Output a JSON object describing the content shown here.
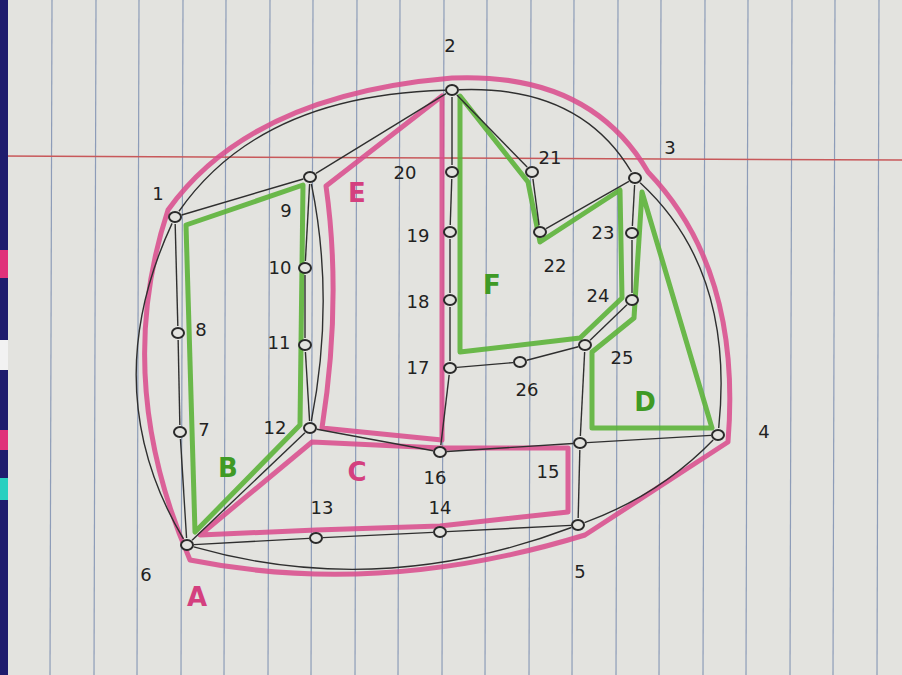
{
  "diagram": {
    "nodes": [
      {
        "text": [
          "1"
        ]
      },
      {
        "text": [
          "2"
        ]
      },
      {
        "text": [
          "3"
        ]
      },
      {
        "text": [
          "4"
        ]
      },
      {
        "text": [
          "5"
        ]
      },
      {
        "text": [
          "6"
        ]
      },
      {
        "text": [
          "7"
        ]
      },
      {
        "text": [
          "8"
        ]
      },
      {
        "text": [
          "9"
        ]
      },
      {
        "text": [
          "10"
        ]
      },
      {
        "text": [
          "11"
        ]
      },
      {
        "text": [
          "12"
        ]
      },
      {
        "text": [
          "13"
        ]
      },
      {
        "text": [
          "14"
        ]
      },
      {
        "text": [
          "15"
        ]
      },
      {
        "text": [
          "16"
        ]
      },
      {
        "text": [
          "17"
        ]
      },
      {
        "text": [
          "18"
        ]
      },
      {
        "text": [
          "19"
        ]
      },
      {
        "text": [
          "20"
        ]
      },
      {
        "text": [
          "21"
        ]
      },
      {
        "text": [
          "22"
        ]
      },
      {
        "text": [
          "23"
        ]
      },
      {
        "text": [
          "24"
        ]
      },
      {
        "text": [
          "25"
        ]
      },
      {
        "text": [
          "26"
        ]
      }
    ],
    "edges": [
      {
        "from": 0,
        "to": 1,
        "arrow": "none"
      },
      {
        "from": 0,
        "to": 8,
        "arrow": "none"
      },
      {
        "from": 0,
        "to": 7,
        "arrow": "none"
      },
      {
        "from": 7,
        "to": 6,
        "arrow": "none"
      },
      {
        "from": 6,
        "to": 5,
        "arrow": "none"
      },
      {
        "from": 0,
        "to": 5,
        "arrow": "none"
      },
      {
        "from": 1,
        "to": 8,
        "arrow": "none"
      },
      {
        "from": 8,
        "to": 9,
        "arrow": "none"
      },
      {
        "from": 9,
        "to": 10,
        "arrow": "none"
      },
      {
        "from": 10,
        "to": 11,
        "arrow": "none"
      },
      {
        "from": 8,
        "to": 11,
        "arrow": "none"
      },
      {
        "from": 11,
        "to": 5,
        "arrow": "none"
      },
      {
        "from": 5,
        "to": 12,
        "arrow": "none"
      },
      {
        "from": 12,
        "to": 13,
        "arrow": "none"
      },
      {
        "from": 13,
        "to": 4,
        "arrow": "none"
      },
      {
        "from": 5,
        "to": 4,
        "arrow": "none"
      },
      {
        "from": 11,
        "to": 15,
        "arrow": "none"
      },
      {
        "from": 15,
        "to": 14,
        "arrow": "none"
      },
      {
        "from": 14,
        "to": 4,
        "arrow": "none"
      },
      {
        "from": 14,
        "to": 24,
        "arrow": "none"
      },
      {
        "from": 14,
        "to": 3,
        "arrow": "none"
      },
      {
        "from": 1,
        "to": 19,
        "arrow": "none"
      },
      {
        "from": 19,
        "to": 18,
        "arrow": "none"
      },
      {
        "from": 18,
        "to": 17,
        "arrow": "none"
      },
      {
        "from": 17,
        "to": 16,
        "arrow": "none"
      },
      {
        "from": 16,
        "to": 15,
        "arrow": "none"
      },
      {
        "from": 16,
        "to": 25,
        "arrow": "none"
      },
      {
        "from": 25,
        "to": 24,
        "arrow": "none"
      },
      {
        "from": 1,
        "to": 20,
        "arrow": "none"
      },
      {
        "from": 20,
        "to": 21,
        "arrow": "none"
      },
      {
        "from": 21,
        "to": 2,
        "arrow": "none"
      },
      {
        "from": 1,
        "to": 2,
        "arrow": "none"
      },
      {
        "from": 2,
        "to": 22,
        "arrow": "none"
      },
      {
        "from": 22,
        "to": 23,
        "arrow": "none"
      },
      {
        "from": 23,
        "to": 24,
        "arrow": "none"
      },
      {
        "from": 2,
        "to": 3,
        "arrow": "none"
      },
      {
        "from": 3,
        "to": 4,
        "arrow": "none"
      }
    ],
    "labels": [
      "A",
      "B",
      "C",
      "D",
      "E",
      "F"
    ]
  }
}
